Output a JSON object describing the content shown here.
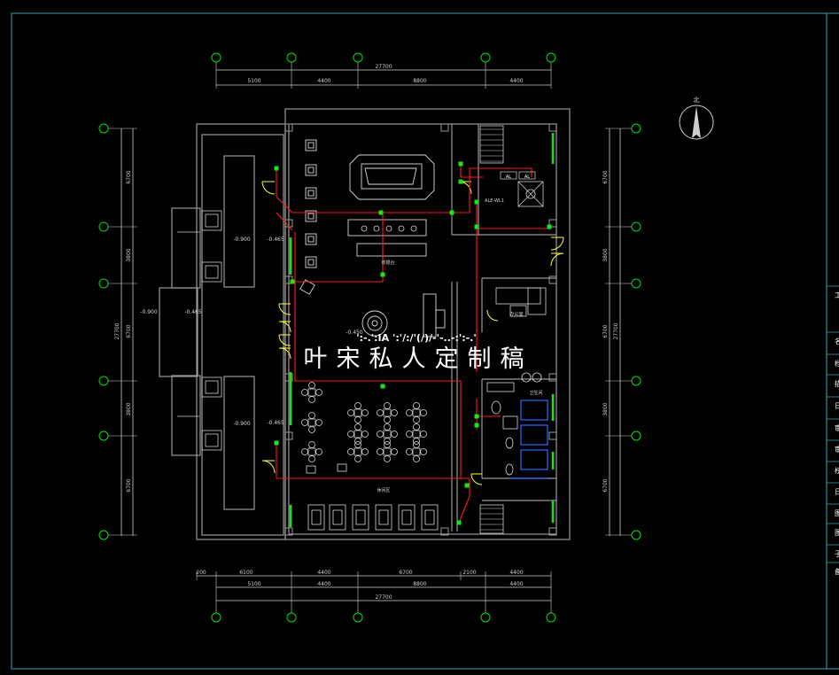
{
  "colors": {
    "background": "#000000",
    "frame": "#3aa7b8",
    "wall": "#9a9a9a",
    "dim": "#cfcfcf",
    "grid_bubble": "#00e000",
    "wire": "#ff1a1a",
    "green_wall": "#19e619",
    "door": "#ffff33",
    "furniture": "#d8d8d8",
    "blue": "#2a6cff",
    "watermark": "#ffffff"
  },
  "dimensions": {
    "top_total": "27700",
    "top_segments": [
      "5100",
      "4400",
      "8800",
      "4400"
    ],
    "bottom_row1": [
      "200",
      "6100",
      "4400",
      "6700",
      "2100",
      "4400"
    ],
    "bottom_row2": [
      "5100",
      "4400",
      "8800",
      "4400"
    ],
    "bottom_total": "27700",
    "left_segments": [
      "6700",
      "3800",
      "6700",
      "3800",
      "6700"
    ],
    "left_total": "27700",
    "right_segments": [
      "6700",
      "3800",
      "6700",
      "3800",
      "6700"
    ],
    "right_total": "27700"
  },
  "levels": {
    "left_entry": "-0.900",
    "left_step": "-0.465",
    "upper_planter_level": "-0.900",
    "lower_planter_level": "-0.900",
    "hall_level_upper": "-0.465",
    "hall_level_lower": "-0.465",
    "center_level": "-0.450"
  },
  "labels": {
    "north": "北",
    "panel_1": "AL",
    "panel_2": "AL",
    "panel_main": "ALE-WL1",
    "counter": "收银台",
    "seating": "休闲区",
    "office": "办公室",
    "toilet": "卫生间",
    "watermark": "叶宋私人定制稿",
    "distorted_line": "':-.':IA ':'/:/'(/)/-'-..-:':-.'"
  },
  "title_block": {
    "chars": [
      "工",
      "名",
      "档",
      "描",
      "日",
      "审",
      "审",
      "校",
      "日",
      "图",
      "图",
      "子",
      "备"
    ]
  }
}
